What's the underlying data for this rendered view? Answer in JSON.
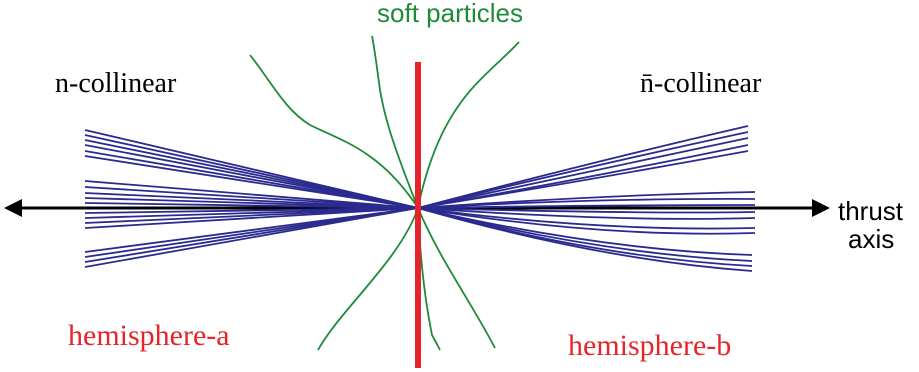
{
  "labels": {
    "soft": "soft particles",
    "n_collinear": "n-collinear",
    "nbar_collinear": "n̄-collinear",
    "thrust_line1": "thrust",
    "thrust_line2": "axis",
    "hemi_a": "hemisphere-a",
    "hemi_b": "hemisphere-b"
  },
  "colors": {
    "jet_lines": "#2b2b8f",
    "soft_lines": "#1f8a3a",
    "divider": "#e5252a",
    "axis": "#000000",
    "soft_label": "#1f8a3a",
    "hemisphere_label": "#e5252a",
    "collinear_label": "#000000"
  }
}
